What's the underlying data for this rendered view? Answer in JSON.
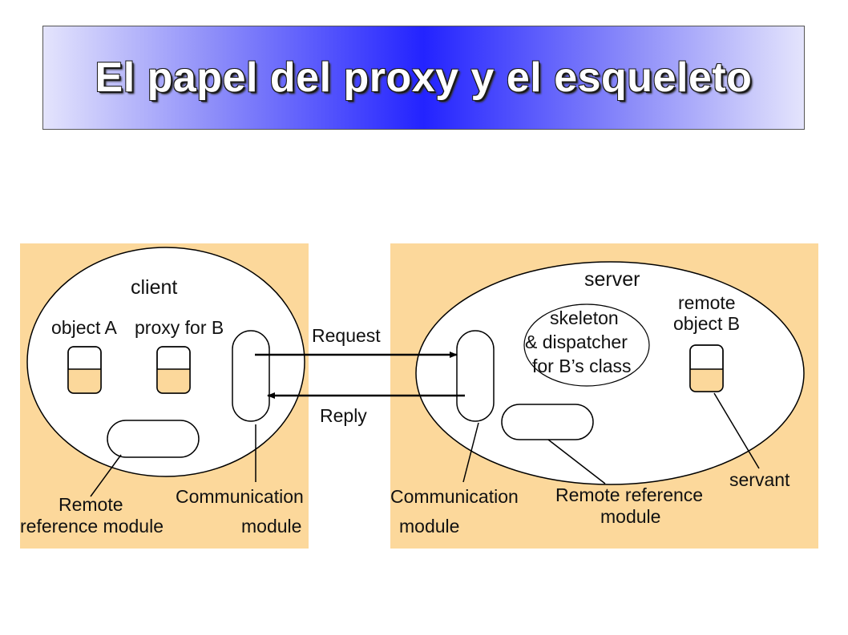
{
  "title": "El papel del proxy y el esqueleto",
  "colors": {
    "panel": "#fcd89b",
    "oval": "#ffffff",
    "object_fill": "#fcd89b",
    "stroke": "#000000"
  },
  "client": {
    "label": "client",
    "object_a": "object A",
    "proxy": "proxy for B",
    "remote_ref_1": "Remote",
    "remote_ref_2": "reference module",
    "comm_1": "Communication",
    "comm_2": "module"
  },
  "arrows": {
    "request": "Request",
    "reply": "Reply"
  },
  "server": {
    "label": "server",
    "skeleton_1": "skeleton",
    "skeleton_2": "& dispatcher",
    "skeleton_3": "for B’s class",
    "remote_1": "remote",
    "remote_2": "object B",
    "servant": "servant",
    "comm_1": "Communication",
    "comm_2": "module",
    "remote_ref_1": "Remote reference",
    "remote_ref_2": "module"
  }
}
